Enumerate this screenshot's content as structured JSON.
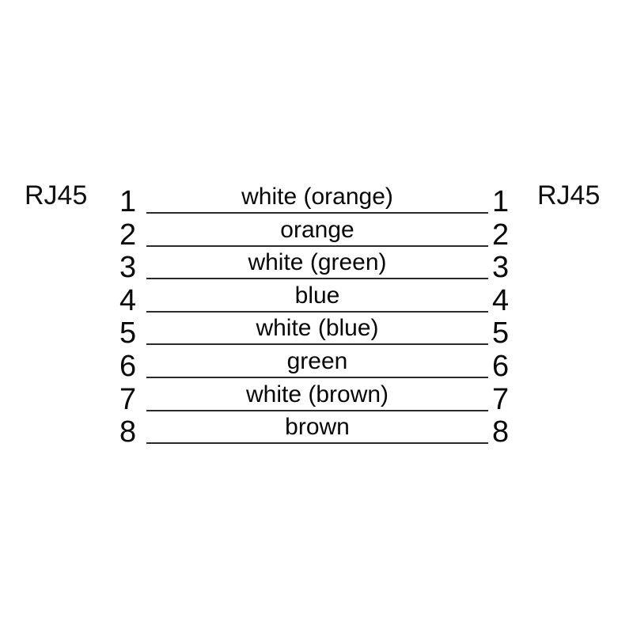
{
  "diagram": {
    "type": "rj45-straight-through-wiring",
    "connector_left": {
      "label": "RJ45"
    },
    "connector_right": {
      "label": "RJ45"
    },
    "line_color": "#2b2b2b",
    "text_color": "#000000",
    "background_color": "#ffffff",
    "pins": [
      {
        "left_pin": "1",
        "right_pin": "1",
        "wire": "white (orange)"
      },
      {
        "left_pin": "2",
        "right_pin": "2",
        "wire": "orange"
      },
      {
        "left_pin": "3",
        "right_pin": "3",
        "wire": "white (green)"
      },
      {
        "left_pin": "4",
        "right_pin": "4",
        "wire": "blue"
      },
      {
        "left_pin": "5",
        "right_pin": "5",
        "wire": "white (blue)"
      },
      {
        "left_pin": "6",
        "right_pin": "6",
        "wire": "green"
      },
      {
        "left_pin": "7",
        "right_pin": "7",
        "wire": "white (brown)"
      },
      {
        "left_pin": "8",
        "right_pin": "8",
        "wire": "brown"
      }
    ]
  }
}
